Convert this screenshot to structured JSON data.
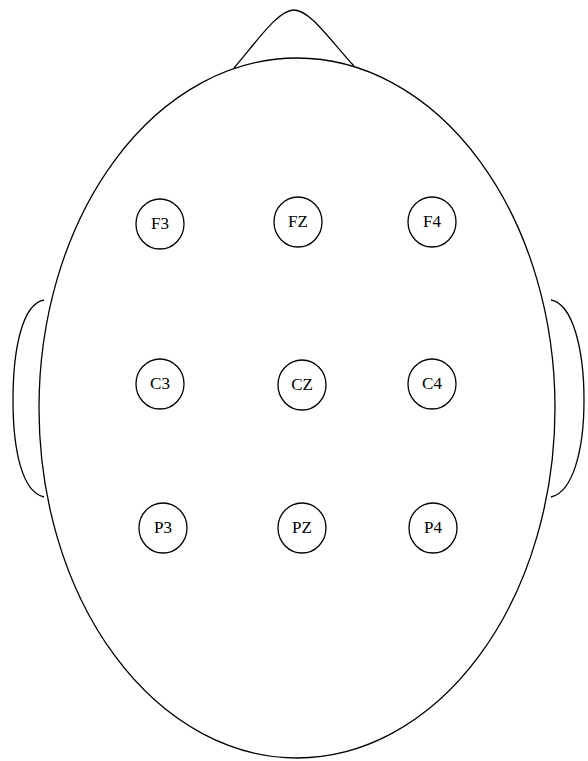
{
  "diagram": {
    "nodes": [
      {
        "text": [
          "F3"
        ]
      },
      {
        "text": [
          "FZ"
        ]
      },
      {
        "text": [
          "F4"
        ]
      },
      {
        "text": [
          "C3"
        ]
      },
      {
        "text": [
          "CZ"
        ]
      },
      {
        "text": [
          "C4"
        ]
      },
      {
        "text": [
          "P3"
        ]
      },
      {
        "text": [
          "PZ"
        ]
      },
      {
        "text": [
          "P4"
        ]
      }
    ]
  }
}
